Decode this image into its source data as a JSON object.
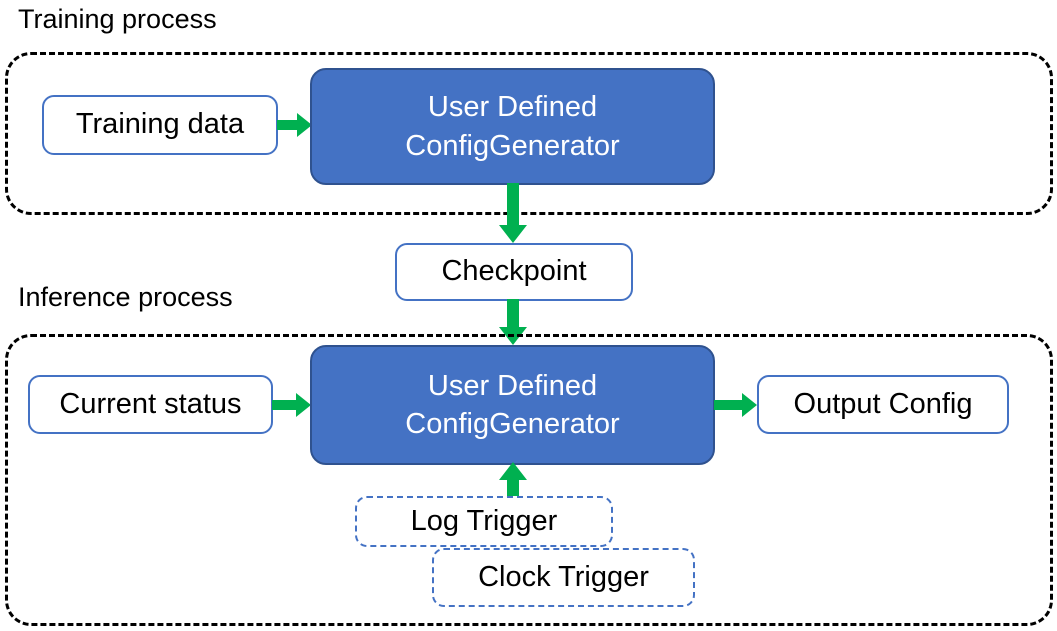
{
  "diagram": {
    "title_training": "Training process",
    "title_inference": "Inference process",
    "colors": {
      "accent_blue": "#4472c4",
      "accent_blue_border": "#2f528f",
      "arrow_green": "#00b050",
      "container_dash": "#000000",
      "text_dark": "#000000",
      "text_light": "#ffffff",
      "background": "#ffffff"
    },
    "training": {
      "caption": "Training process",
      "nodes": {
        "training_data": "Training data",
        "generator_line1": "User Defined",
        "generator_line2": "ConfigGenerator"
      }
    },
    "checkpoint": {
      "label": "Checkpoint"
    },
    "inference": {
      "caption": "Inference process",
      "nodes": {
        "current_status": "Current status",
        "generator_line1": "User Defined",
        "generator_line2": "ConfigGenerator",
        "output_config": "Output Config",
        "log_trigger": "Log Trigger",
        "clock_trigger": "Clock Trigger"
      }
    },
    "arrows": [
      {
        "name": "training-data-to-generator",
        "direction": "right"
      },
      {
        "name": "generator-to-checkpoint",
        "direction": "down"
      },
      {
        "name": "checkpoint-to-generator",
        "direction": "down"
      },
      {
        "name": "current-status-to-generator",
        "direction": "right"
      },
      {
        "name": "generator-to-output-config",
        "direction": "right"
      },
      {
        "name": "triggers-to-generator",
        "direction": "up"
      }
    ]
  }
}
